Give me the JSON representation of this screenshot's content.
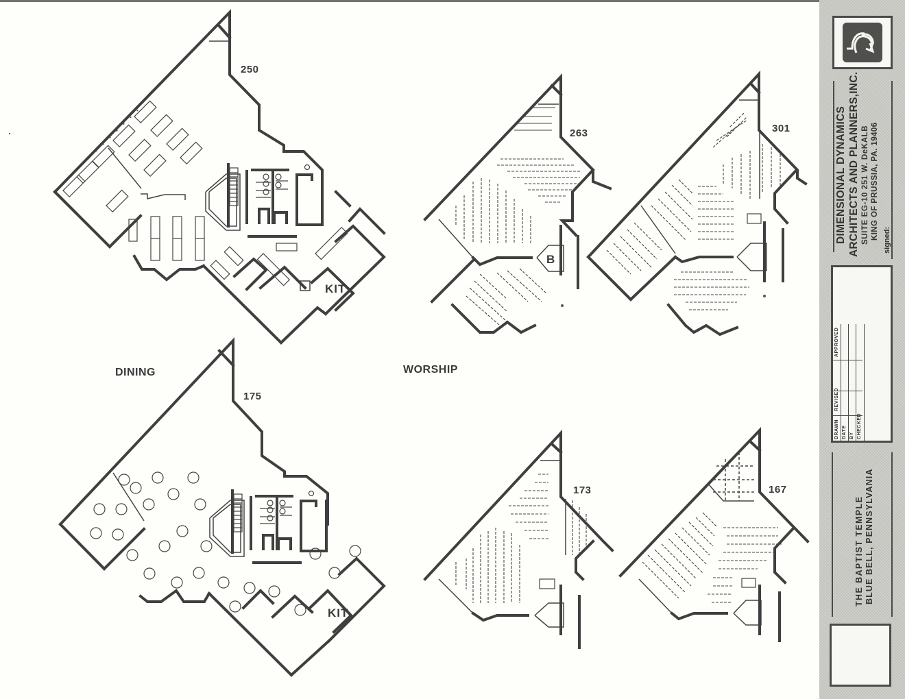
{
  "sheet": {
    "sections": {
      "dining": "DINING",
      "worship": "WORSHIP"
    },
    "plans": [
      {
        "id": "dining-250",
        "capacity": "250",
        "type": "dining",
        "room_labels": [
          "KIT"
        ],
        "furniture": "rectangular tables"
      },
      {
        "id": "dining-175",
        "capacity": "175",
        "type": "dining",
        "room_labels": [
          "KIT"
        ],
        "furniture": "round tables"
      },
      {
        "id": "worship-263",
        "capacity": "263",
        "type": "worship",
        "room_labels": [
          "B"
        ],
        "furniture": "pew seating"
      },
      {
        "id": "worship-301",
        "capacity": "301",
        "type": "worship",
        "room_labels": [],
        "furniture": "pew seating"
      },
      {
        "id": "worship-173",
        "capacity": "173",
        "type": "worship",
        "room_labels": [],
        "furniture": "pew seating"
      },
      {
        "id": "worship-167",
        "capacity": "167",
        "type": "worship",
        "room_labels": [],
        "furniture": "pew seating"
      }
    ]
  },
  "title_block": {
    "logo": "dimensional-dynamics-logo-icon",
    "firm_name_line1": "DIMENSIONAL DYNAMICS",
    "firm_name_line2": "ARCHITECTS AND PLANNERS,INC.",
    "address_line1": "SUITE EG-10  251 W. DeKALB",
    "address_line2": "KING OF PRUSSIA, PA. 19406",
    "signed_label": "signed:",
    "revision_table": {
      "columns": [
        "DRAWN",
        "REVISED",
        "APPROVED"
      ],
      "rows": [
        "DATE",
        "BY",
        "CHECKED"
      ]
    },
    "project_line1": "THE  BAPTIST  TEMPLE",
    "project_line2": "BLUE  BELL,  PENNSYLVANIA"
  }
}
